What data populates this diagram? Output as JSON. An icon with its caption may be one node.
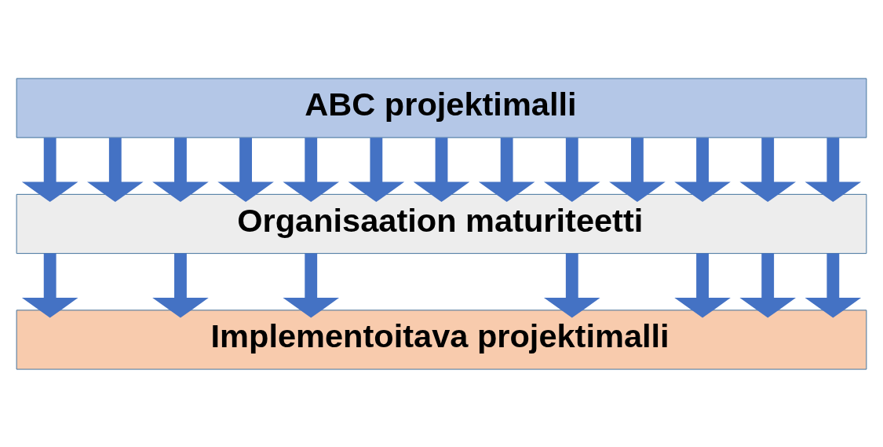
{
  "diagram": {
    "nodes": [
      {
        "text": [
          "ABC projektimalli"
        ]
      },
      {
        "text": [
          "Organisaation maturiteetti"
        ]
      },
      {
        "text": [
          "Implementoitava projektimalli"
        ]
      }
    ],
    "edges": [
      {
        "from": 0,
        "to": 1,
        "arrow": "to"
      },
      {
        "from": 0,
        "to": 1,
        "arrow": "to"
      },
      {
        "from": 0,
        "to": 1,
        "arrow": "to"
      },
      {
        "from": 0,
        "to": 1,
        "arrow": "to"
      },
      {
        "from": 0,
        "to": 1,
        "arrow": "to"
      },
      {
        "from": 0,
        "to": 1,
        "arrow": "to"
      },
      {
        "from": 0,
        "to": 1,
        "arrow": "to"
      },
      {
        "from": 0,
        "to": 1,
        "arrow": "to"
      },
      {
        "from": 0,
        "to": 1,
        "arrow": "to"
      },
      {
        "from": 0,
        "to": 1,
        "arrow": "to"
      },
      {
        "from": 0,
        "to": 1,
        "arrow": "to"
      },
      {
        "from": 0,
        "to": 1,
        "arrow": "to"
      },
      {
        "from": 0,
        "to": 1,
        "arrow": "to"
      },
      {
        "from": 1,
        "to": 2,
        "arrow": "to"
      },
      {
        "from": 1,
        "to": 2,
        "arrow": "to"
      },
      {
        "from": 1,
        "to": 2,
        "arrow": "to"
      },
      {
        "from": 1,
        "to": 2,
        "arrow": "to"
      },
      {
        "from": 1,
        "to": 2,
        "arrow": "to"
      },
      {
        "from": 1,
        "to": 2,
        "arrow": "to"
      },
      {
        "from": 1,
        "to": 2,
        "arrow": "to"
      }
    ]
  }
}
